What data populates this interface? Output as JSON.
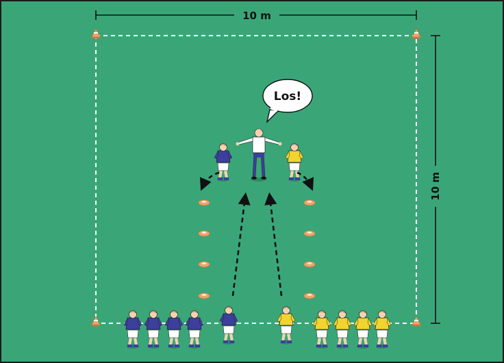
{
  "diagram": {
    "width_label": "10 m",
    "height_label": "10 m",
    "speech_bubble": "Los!",
    "colors": {
      "field": "#3aa678",
      "line": "#ffffff",
      "cone": "#f0a36a",
      "team_blue": "#3d3f9c",
      "team_yellow": "#f2d431",
      "skin": "#f4d2b0",
      "shorts": "#ffffff",
      "coach_shirt": "#ffffff",
      "coach_pants": "#3d3f9c"
    },
    "icons": [
      "corner-cone-icon",
      "marker-disc-icon",
      "player-icon",
      "coach-icon",
      "speech-bubble-icon",
      "run-arrow-icon"
    ]
  }
}
